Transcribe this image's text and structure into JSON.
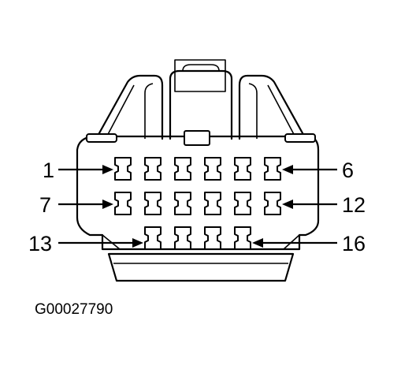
{
  "diagram": {
    "pin_labels": {
      "top_left": "1",
      "top_right": "6",
      "middle_left": "7",
      "middle_right": "12",
      "bottom_left": "13",
      "bottom_right": "16"
    },
    "pin_rows": [
      6,
      6,
      4
    ],
    "figure_id": "G00027790",
    "colors": {
      "line": "#000000",
      "background": "#ffffff"
    }
  }
}
